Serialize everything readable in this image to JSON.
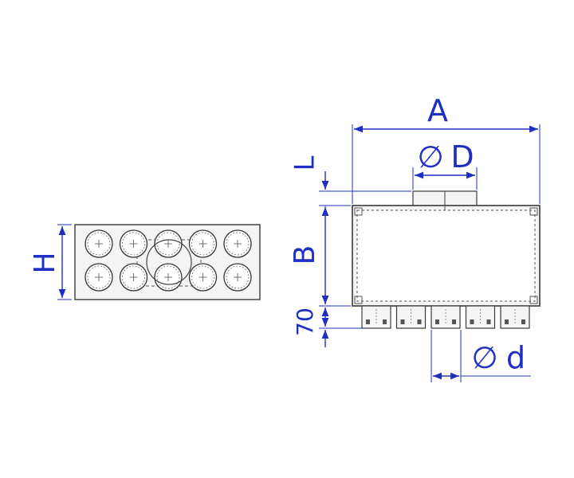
{
  "labels": {
    "A": "A",
    "D": "D",
    "L": "L",
    "B": "B",
    "H": "H",
    "offset": "70",
    "d": "d",
    "diameter_symbol": "∅"
  },
  "front_view": {
    "rows": 2,
    "cols": 5
  },
  "side_view": {
    "spigots": 5
  },
  "colors": {
    "dimension": "#1f2fc4",
    "outline": "#3a3a3a",
    "fill": "#f4f4f4"
  }
}
